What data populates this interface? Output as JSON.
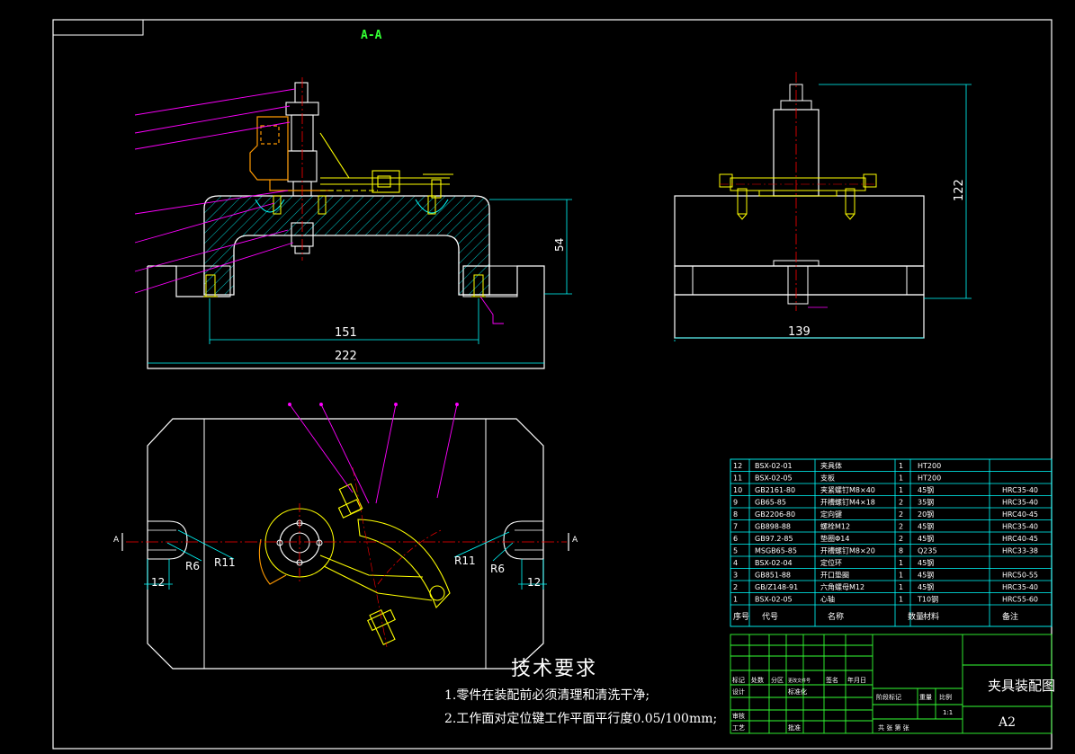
{
  "section_label": "A-A",
  "dimensions": {
    "front_height": "54",
    "front_inner_width": "151",
    "front_outer_width": "222",
    "side_width": "139",
    "side_height": "122",
    "plan_left_gap": "12",
    "plan_right_gap": "12",
    "plan_left_r_small": "R6",
    "plan_left_r_large": "R11",
    "plan_right_r_large": "R11",
    "plan_right_r_small": "R6"
  },
  "section_marks": {
    "left": "A",
    "right": "A"
  },
  "tech_requirements": {
    "title": "技术要求",
    "line1": "1.零件在装配前必须清理和清洗干净;",
    "line2": "2.工作面对定位键工作平面平行度0.05/100mm;"
  },
  "parts_table": {
    "header": {
      "no": "序号",
      "code": "代号",
      "name": "名称",
      "qty": "数量",
      "material": "材料",
      "note": "备注"
    },
    "rows": [
      {
        "no": "12",
        "code": "BSX-02-01",
        "name": "夹具体",
        "qty": "1",
        "material": "HT200",
        "note": ""
      },
      {
        "no": "11",
        "code": "BSX-02-05",
        "name": "支板",
        "qty": "1",
        "material": "HT200",
        "note": ""
      },
      {
        "no": "10",
        "code": "GB2161-80",
        "name": "夹紧螺钉M8×40",
        "qty": "1",
        "material": "45钢",
        "note": "HRC35-40"
      },
      {
        "no": "9",
        "code": "GB65-85",
        "name": "开槽螺钉M4×18",
        "qty": "2",
        "material": "35钢",
        "note": "HRC35-40"
      },
      {
        "no": "8",
        "code": "GB2206-80",
        "name": "定向键",
        "qty": "2",
        "material": "20钢",
        "note": "HRC40-45"
      },
      {
        "no": "7",
        "code": "GB898-88",
        "name": "螺栓M12",
        "qty": "2",
        "material": "45钢",
        "note": "HRC35-40"
      },
      {
        "no": "6",
        "code": "GB97.2-85",
        "name": "垫圈Φ14",
        "qty": "2",
        "material": "45钢",
        "note": "HRC40-45"
      },
      {
        "no": "5",
        "code": "MSGB65-85",
        "name": "开槽螺钉M8×20",
        "qty": "8",
        "material": "Q235",
        "note": "HRC33-38"
      },
      {
        "no": "4",
        "code": "BSX-02-04",
        "name": "定位环",
        "qty": "1",
        "material": "45钢",
        "note": ""
      },
      {
        "no": "3",
        "code": "GB851-88",
        "name": "开口垫圈",
        "qty": "1",
        "material": "45钢",
        "note": "HRC50-55"
      },
      {
        "no": "2",
        "code": "GB/Z148-91",
        "name": "六角螺母M12",
        "qty": "1",
        "material": "45钢",
        "note": "HRC35-40"
      },
      {
        "no": "1",
        "code": "BSX-02-05",
        "name": "心轴",
        "qty": "1",
        "material": "T10钢",
        "note": "HRC55-60"
      }
    ]
  },
  "title_block": {
    "drawing_title": "夹具装配图",
    "sheet_size": "A2",
    "scale": "1:1",
    "labels": {
      "mark": "标记",
      "count": "处数",
      "zone": "分区",
      "change_doc": "更改文件号",
      "sign": "签名",
      "date": "年月日",
      "design": "设计",
      "standardize": "标准化",
      "review": "审核",
      "process": "工艺",
      "approve": "批准",
      "stage_mark": "阶段标记",
      "weight": "重量",
      "ratio": "比例",
      "sheets": "共 张 第 张"
    }
  },
  "colors": {
    "border": "#ffffff",
    "outline": "#ffffff",
    "part": "#ffff00",
    "leader": "#ff00ff",
    "centerline": "#ff0000",
    "hatch": "#00ffff",
    "dimension": "#00ffff",
    "table": "#00ffff",
    "title_block": "#33ff33",
    "component": "#ff9900"
  }
}
